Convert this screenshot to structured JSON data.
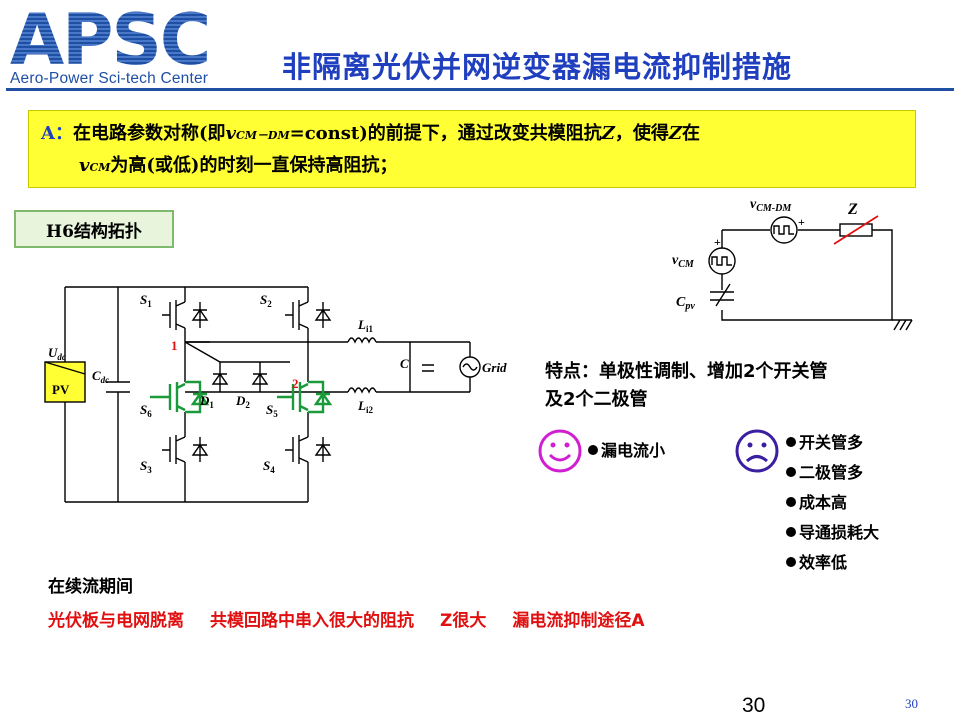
{
  "logo": {
    "letters": "APSC",
    "subtitle": "Aero-Power Sci-tech Center"
  },
  "title": "非隔离光伏并网逆变器漏电流抑制措施",
  "statement": {
    "label": "A：",
    "line1_prefix": "在电路参数对称(即",
    "v_symbol": "v",
    "v_sub": "CM－DM",
    "line1_mid": "=const)的前提下，通过改变共模阻抗",
    "z_symbol": "Z",
    "line1_mid2": "，使得",
    "z_symbol2": "Z",
    "line1_end": "在",
    "vcm_symbol": "v",
    "vcm_sub": "CM",
    "line2": "为高(或低)的时刻一直保持高阻抗；"
  },
  "topology_label": "H6结构拓扑",
  "circuit": {
    "udc_main": "U",
    "udc_sub": "dc",
    "cdc_main": "C",
    "cdc_sub": "dc",
    "pv": "PV",
    "s1": "S",
    "s1_sub": "1",
    "s2": "S",
    "s2_sub": "2",
    "s3": "S",
    "s3_sub": "3",
    "s4": "S",
    "s4_sub": "4",
    "s5": "S",
    "s5_sub": "5",
    "s6": "S",
    "s6_sub": "6",
    "d1": "D",
    "d1_sub": "1",
    "d2": "D",
    "d2_sub": "2",
    "node1": "1",
    "node2": "2",
    "li1": "L",
    "li1_sub": "i1",
    "li2": "L",
    "li2_sub": "i2",
    "c": "C",
    "grid": "Grid"
  },
  "cm_model": {
    "vcmdm_main": "v",
    "vcmdm_sub": "CM-DM",
    "z": "Z",
    "vcm_main": "v",
    "vcm_sub": "CM",
    "cpv_main": "C",
    "cpv_sub": "pv",
    "plus": "+"
  },
  "features": {
    "line1": "特点：单极性调制、增加2个开关管",
    "line2": "及2个二极管",
    "advantages": [
      "漏电流小"
    ],
    "disadvantages": [
      "开关管多",
      "二极管多",
      "成本高",
      "导通损耗大",
      "效率低"
    ]
  },
  "freewheel": {
    "title": "在续流期间",
    "items": [
      "光伏板与电网脱离",
      "共模回路中串入很大的阻抗",
      "Z很大",
      "漏电流抑制途径A"
    ]
  },
  "footer": {
    "page": "30",
    "page_small": "30"
  },
  "colors": {
    "title": "#1f3fbf",
    "highlight": "#ffff33",
    "green_switch": "#1a9a3a",
    "red": "#e01010",
    "smiley": "#d01fd0"
  }
}
